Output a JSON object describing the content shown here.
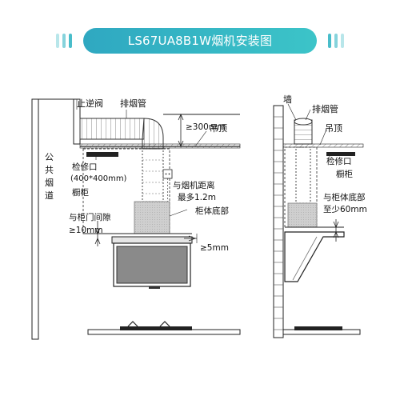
{
  "title": "LS67UA8B1W烟机安装图",
  "left": {
    "check_valve": "止逆阀",
    "exhaust_pipe": "排烟管",
    "gap_300": "≥300mm",
    "ceiling": "吊顶",
    "public_flue": [
      "公",
      "共",
      "烟",
      "道"
    ],
    "access_port_1": "检修口",
    "access_port_2": "(400*400mm)",
    "cabinet": "橱柜",
    "distance_1": "与烟机距离",
    "distance_2": "最多1.2m",
    "cabinet_bottom": "柜体底部",
    "door_gap_1": "与柜门间隙",
    "door_gap_2": "≥10mm",
    "gap_5": "≥5mm"
  },
  "right": {
    "wall": "墙",
    "exhaust_pipe": "排烟管",
    "ceiling": "吊顶",
    "access_port": "检修口",
    "cabinet": "橱柜",
    "bottom_1": "与柜体底部",
    "bottom_2": "至少60mm"
  }
}
